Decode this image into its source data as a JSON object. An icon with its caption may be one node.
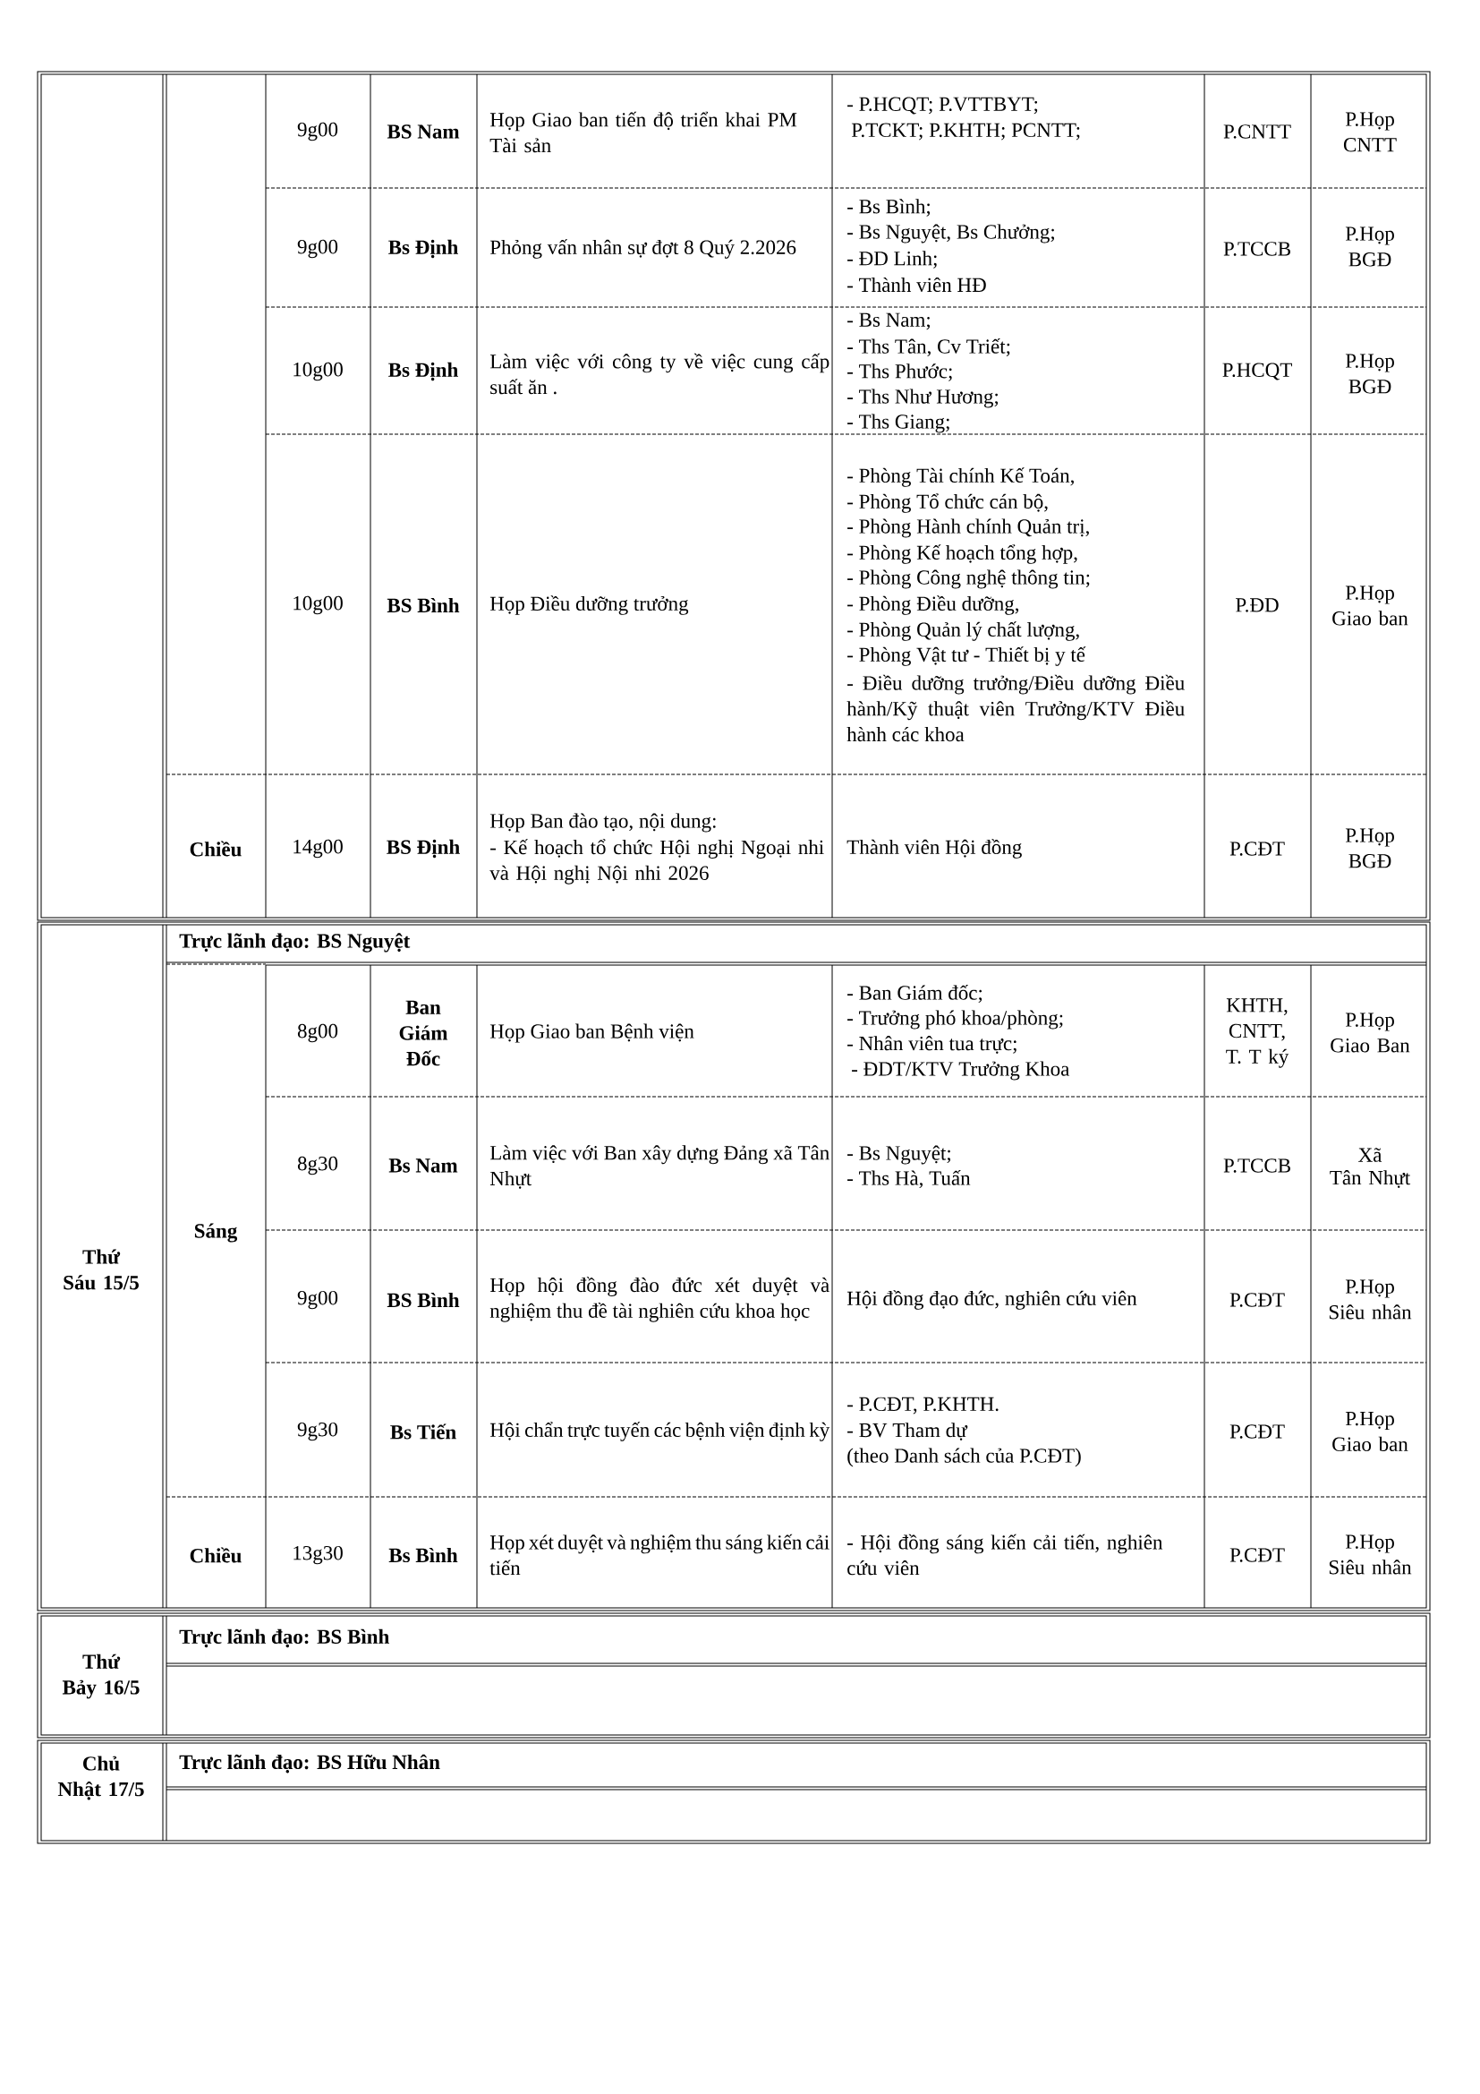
{
  "diagram": {
    "labels": [
      "9g00",
      "BS Nam",
      "Họp Giao ban tiến độ triển khai PM Tài sản",
      "- P.HCQT; P.VTTBYT;",
      "P.TCKT; P.KHTH; PCNTT;",
      "P.CNTT",
      "P.Họp CNTT",
      "9g00",
      "Bs Định",
      "Phỏng vấn nhân sự đợt 8 Quý 2.2026",
      "- Bs Bình;",
      "- Bs Nguyệt, Bs Chưởng;",
      "- ĐD Linh;",
      "- Thành viên HĐ",
      "P.TCCB",
      "P.Họp BGĐ",
      "10g00",
      "Bs Định",
      "Làm việc với công ty về việc cung cấp suất ăn .",
      "- Bs Nam;",
      "- Ths Tân, Cv Triết;",
      "- Ths Phước;",
      "- Ths Như Hương;",
      "- Ths Giang;",
      "P.HCQT",
      "P.Họp BGĐ",
      "10g00",
      "BS Bình",
      "Họp Điều dưỡng trưởng",
      "- Phòng Tài chính Kế Toán,",
      "- Phòng Tổ chức cán bộ,",
      "- Phòng Hành chính Quản trị,",
      "- Phòng Kế hoạch tổng hợp,",
      "- Phòng Công nghệ thông tin;",
      "- Phòng Điều dưỡng,",
      "- Phòng Quản lý chất lượng,",
      "- Phòng Vật tư - Thiết bị y tế",
      "- Điều dưỡng trưởng/Điều dưỡng Điều hành/Kỹ thuật viên Trưởng/KTV Điều hành các khoa",
      "P.ĐD",
      "P.Họp Giao ban",
      "Chiều",
      "14g00",
      "BS Định",
      "Họp Ban đào tạo, nội dung:",
      "- Kế hoạch tổ chức Hội nghị Ngoại nhi và Hội nghị Nội nhi 2026",
      "Thành viên Hội đồng",
      "P.CĐT",
      "P.Họp BGĐ",
      "Thứ Sáu 15/5",
      "Trực lãnh đạo: BS Nguyệt",
      "Sáng",
      "8g00",
      "Ban Giám Đốc",
      "Họp Giao ban Bệnh viện",
      "- Ban Giám đốc;",
      "- Trưởng phó khoa/phòng;",
      "- Nhân viên tua trực;",
      "- ĐDT/KTV Trưởng Khoa",
      "KHTH, CNTT, T. T ký",
      "P.Họp Giao Ban",
      "8g30",
      "Bs Nam",
      "Làm việc với Ban xây dựng Đảng xã Tân Nhựt",
      "- Bs Nguyệt;",
      "- Ths Hà, Tuấn",
      "P.TCCB",
      "Xã",
      "Tân Nhựt",
      "9g00",
      "BS Bình",
      "Họp hội đồng đào đức xét duyệt và nghiệm thu đề tài nghiên cứu khoa học",
      "Hội đồng đạo đức, nghiên cứu viên",
      "P.CĐT",
      "P.Họp Siêu nhân",
      "9g30",
      "Bs Tiến",
      "Hội chẩn trực tuyến các bệnh viện định kỳ",
      "- P.CĐT, P.KHTH.",
      "- BV Tham dự",
      "(theo Danh sách của P.CĐT)",
      "P.CĐT",
      "P.Họp Giao ban",
      "Chiều",
      "13g30",
      "Bs Bình",
      "Họp xét duyệt và nghiệm thu sáng kiến cải tiến",
      "- Hội đồng sáng kiến cải tiến, nghiên cứu viên",
      "P.CĐT",
      "P.Họp Siêu nhân",
      "Thứ Bảy 16/5",
      "Trực lãnh đạo: BS Bình",
      "Chủ Nhật 17/5",
      "Trực lãnh đạo: BS Hữu Nhân"
    ]
  }
}
